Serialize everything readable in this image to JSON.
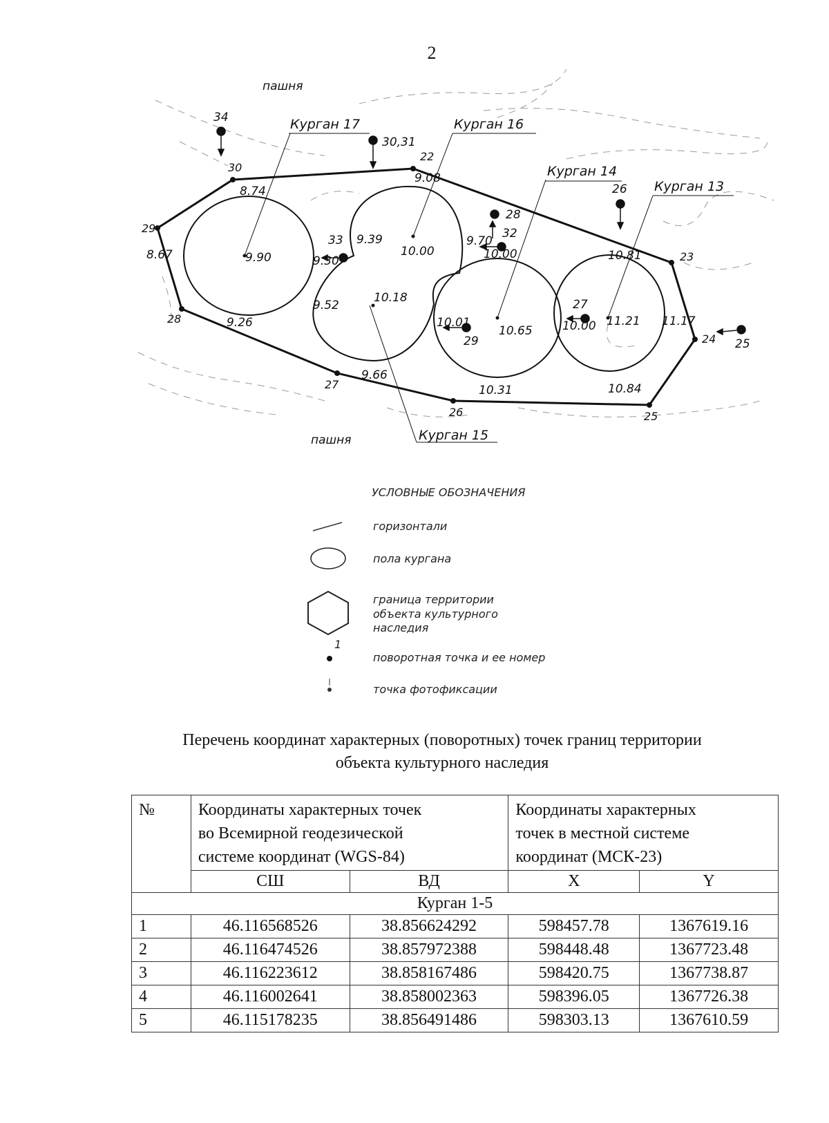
{
  "page_number": "2",
  "plan": {
    "area_labels": [
      "пашня",
      "пашня"
    ],
    "kurgan_labels": [
      "Курган 17",
      "Курган 16",
      "Курган 14",
      "Курган 13",
      "Курган 15"
    ],
    "boundary_point_numbers": [
      "30",
      "22",
      "23",
      "24",
      "25",
      "26",
      "27",
      "28",
      "29"
    ],
    "photo_points": [
      "34",
      "30,31",
      "28",
      "32",
      "33",
      "26",
      "27",
      "29",
      "25"
    ],
    "elevations": [
      "8.74",
      "9.08",
      "8.67",
      "9.90",
      "9.39",
      "10.00",
      "9.70",
      "10.00",
      "10.81",
      "9.30",
      "9.52",
      "10.18",
      "10.01",
      "10.65",
      "10.00",
      "11.21",
      "11.17",
      "9.26",
      "9.66",
      "10.31",
      "10.84"
    ]
  },
  "legend": {
    "title": "УСЛОВНЫЕ ОБОЗНАЧЕНИЯ",
    "items": [
      {
        "icon": "contour-line-icon",
        "label": "горизонтали"
      },
      {
        "icon": "ellipse-icon",
        "label": "пола кургана"
      },
      {
        "icon": "hexagon-icon",
        "label_lines": [
          "граница территории",
          "объекта культурного",
          "наследия"
        ]
      },
      {
        "icon": "turning-point-icon",
        "number": "1",
        "label": "поворотная точка и ее номер"
      },
      {
        "icon": "photo-point-icon",
        "label": "точка фотофиксации"
      }
    ]
  },
  "document": {
    "title_line1": "Перечень координат характерных (поворотных) точек границ территории",
    "title_line2": "объекта культурного наследия"
  },
  "table": {
    "header_no": "№",
    "header_wgs": [
      "Координаты характерных точек",
      "во Всемирной геодезической",
      "системе координат (WGS-84)"
    ],
    "header_msk": [
      "Координаты характерных",
      "точек в местной системе",
      "координат (МСК-23)"
    ],
    "subheaders": [
      "СШ",
      "ВД",
      "X",
      "Y"
    ],
    "group_label": "Курган 1-5",
    "rows": [
      {
        "no": "1",
        "lat": "46.116568526",
        "lon": "38.856624292",
        "x": "598457.78",
        "y": "1367619.16"
      },
      {
        "no": "2",
        "lat": "46.116474526",
        "lon": "38.857972388",
        "x": "598448.48",
        "y": "1367723.48"
      },
      {
        "no": "3",
        "lat": "46.116223612",
        "lon": "38.858167486",
        "x": "598420.75",
        "y": "1367738.87"
      },
      {
        "no": "4",
        "lat": "46.116002641",
        "lon": "38.858002363",
        "x": "598396.05",
        "y": "1367726.38"
      },
      {
        "no": "5",
        "lat": "46.115178235",
        "lon": "38.856491486",
        "x": "598303.13",
        "y": "1367610.59"
      }
    ]
  }
}
